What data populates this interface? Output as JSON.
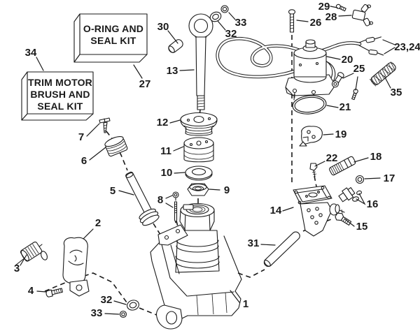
{
  "figure": {
    "background": "#ffffff",
    "ink": "#1a1a1a"
  },
  "kit_boxes": {
    "oring_seal_kit": {
      "line1": "O-RING AND",
      "line2": "SEAL KIT"
    },
    "trim_motor_kit": {
      "line1": "TRIM MOTOR",
      "line2": "BRUSH AND",
      "line3": "SEAL KIT"
    }
  },
  "callouts": {
    "c1": "1",
    "c2": "2",
    "c3": "3",
    "c4": "4",
    "c5": "5",
    "c6": "6",
    "c7": "7",
    "c8": "8",
    "c9": "9",
    "c10": "10",
    "c11": "11",
    "c12": "12",
    "c13": "13",
    "c14": "14",
    "c15": "15",
    "c16": "16",
    "c17": "17",
    "c18": "18",
    "c19": "19",
    "c20": "20",
    "c21": "21",
    "c22": "22",
    "c23_24": "23,24",
    "c25": "25",
    "c26": "26",
    "c27": "27",
    "c28": "28",
    "c29": "29",
    "c30": "30",
    "c31": "31",
    "c32_top": "32",
    "c32_bottom": "32",
    "c33_top": "33",
    "c33_bottom": "33",
    "c34": "34",
    "c35": "35"
  }
}
